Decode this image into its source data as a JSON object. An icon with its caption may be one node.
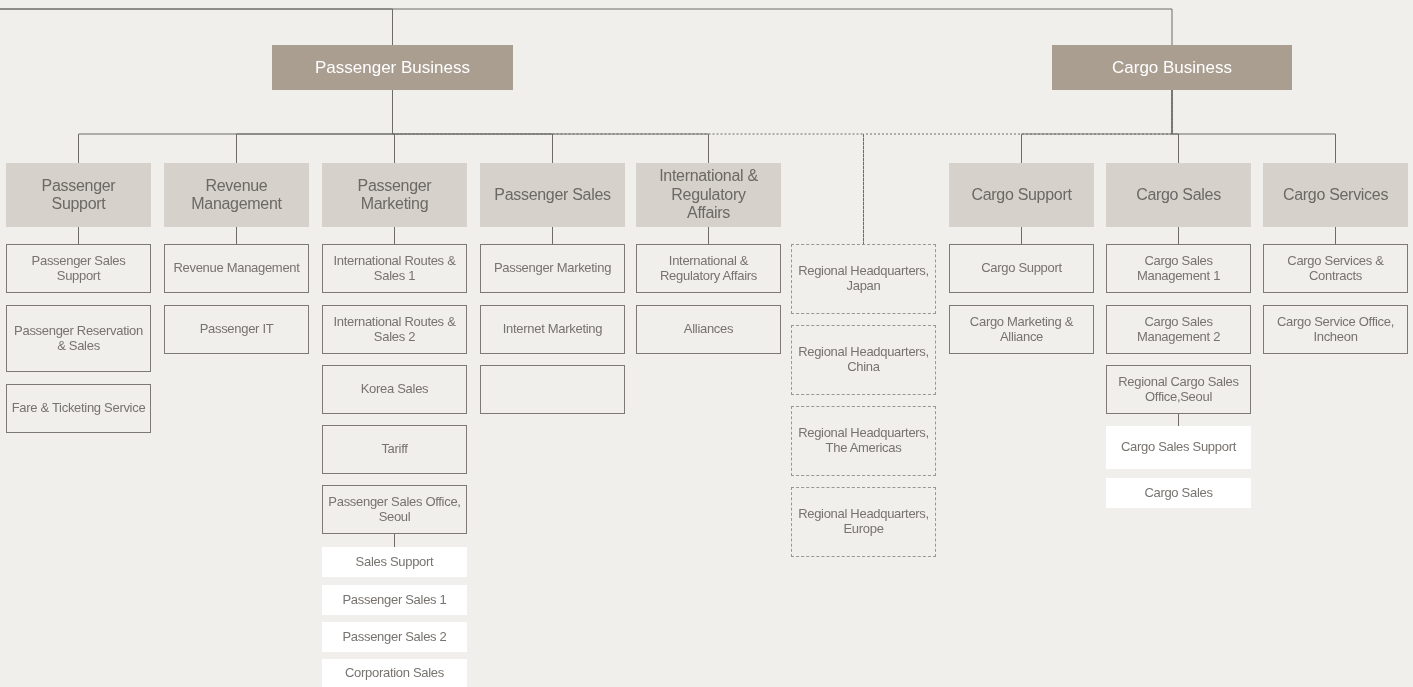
{
  "diagram": {
    "nodes": [
      {
        "text": [
          "Passenger Business"
        ]
      },
      {
        "text": [
          "Cargo Business"
        ]
      },
      {
        "text": [
          "Passenger Support"
        ]
      },
      {
        "text": [
          "Revenue Management"
        ]
      },
      {
        "text": [
          "Passenger Marketing"
        ]
      },
      {
        "text": [
          "Passenger Sales"
        ]
      },
      {
        "text": [
          "International & Regulatory Affairs"
        ]
      },
      {
        "text": [
          "Cargo Support"
        ]
      },
      {
        "text": [
          "Cargo Sales"
        ]
      },
      {
        "text": [
          "Cargo Services"
        ]
      },
      {
        "text": [
          "Passenger Sales Support"
        ]
      },
      {
        "text": [
          "Passenger Reservation & Sales"
        ]
      },
      {
        "text": [
          "Fare & Ticketing Service"
        ]
      },
      {
        "text": [
          "Revenue Management"
        ]
      },
      {
        "text": [
          "Passenger IT"
        ]
      },
      {
        "text": [
          "International Routes & Sales 1"
        ]
      },
      {
        "text": [
          "International Routes & Sales 2"
        ]
      },
      {
        "text": [
          "Korea Sales"
        ]
      },
      {
        "text": [
          "Tariff"
        ]
      },
      {
        "text": [
          "Passenger Sales Office, Seoul"
        ]
      },
      {
        "text": [
          "Sales Support"
        ]
      },
      {
        "text": [
          "Passenger Sales 1"
        ]
      },
      {
        "text": [
          "Passenger Sales 2"
        ]
      },
      {
        "text": [
          "Corporation Sales"
        ]
      },
      {
        "text": [
          "Passenger Marketing"
        ]
      },
      {
        "text": [
          "Internet Marketing"
        ]
      },
      {
        "text": [],
        "shape": "box"
      },
      {
        "text": [
          "International & Regulatory Affairs"
        ]
      },
      {
        "text": [
          "Alliances"
        ]
      },
      {
        "text": [
          "Regional Headquarters, Japan"
        ]
      },
      {
        "text": [
          "Regional Headquarters, China"
        ]
      },
      {
        "text": [
          "Regional Headquarters, The Americas"
        ]
      },
      {
        "text": [
          "Regional Headquarters, Europe"
        ]
      },
      {
        "text": [
          "Cargo Support"
        ]
      },
      {
        "text": [
          "Cargo Marketing & Alliance"
        ]
      },
      {
        "text": [
          "Cargo Sales Management 1"
        ]
      },
      {
        "text": [
          "Cargo Sales Management 2"
        ]
      },
      {
        "text": [
          "Regional Cargo Sales Office,Seoul"
        ]
      },
      {
        "text": [
          "Cargo Sales Support"
        ]
      },
      {
        "text": [
          "Cargo Sales"
        ]
      },
      {
        "text": [
          "Cargo Services & Contracts"
        ]
      },
      {
        "text": [
          "Cargo Service Office, Incheon"
        ]
      }
    ],
    "edges": [
      {
        "from": null,
        "to": 0,
        "arrow": "none"
      },
      {
        "from": null,
        "to": 1,
        "arrow": "none"
      },
      {
        "from": 0,
        "to": 29,
        "arrow": "none",
        "style": "dashed"
      },
      {
        "from": 1,
        "to": 29,
        "arrow": "none",
        "style": "dashed"
      },
      {
        "from": 0,
        "to": 2,
        "arrow": "none"
      },
      {
        "from": 0,
        "to": 3,
        "arrow": "none"
      },
      {
        "from": 0,
        "to": 4,
        "arrow": "none"
      },
      {
        "from": 0,
        "to": 5,
        "arrow": "none"
      },
      {
        "from": 0,
        "to": 6,
        "arrow": "none"
      },
      {
        "from": 1,
        "to": 7,
        "arrow": "none"
      },
      {
        "from": 1,
        "to": 8,
        "arrow": "none"
      },
      {
        "from": 1,
        "to": 9,
        "arrow": "none"
      },
      {
        "from": 2,
        "to": 10,
        "arrow": "none"
      },
      {
        "from": 3,
        "to": 13,
        "arrow": "none"
      },
      {
        "from": 4,
        "to": 15,
        "arrow": "none"
      },
      {
        "from": 5,
        "to": 24,
        "arrow": "none"
      },
      {
        "from": 6,
        "to": 27,
        "arrow": "none"
      },
      {
        "from": 7,
        "to": 33,
        "arrow": "none"
      },
      {
        "from": 8,
        "to": 35,
        "arrow": "none"
      },
      {
        "from": 9,
        "to": 40,
        "arrow": "none"
      },
      {
        "from": 19,
        "to": 20,
        "arrow": "none"
      },
      {
        "from": 37,
        "to": 38,
        "arrow": "none"
      }
    ]
  }
}
